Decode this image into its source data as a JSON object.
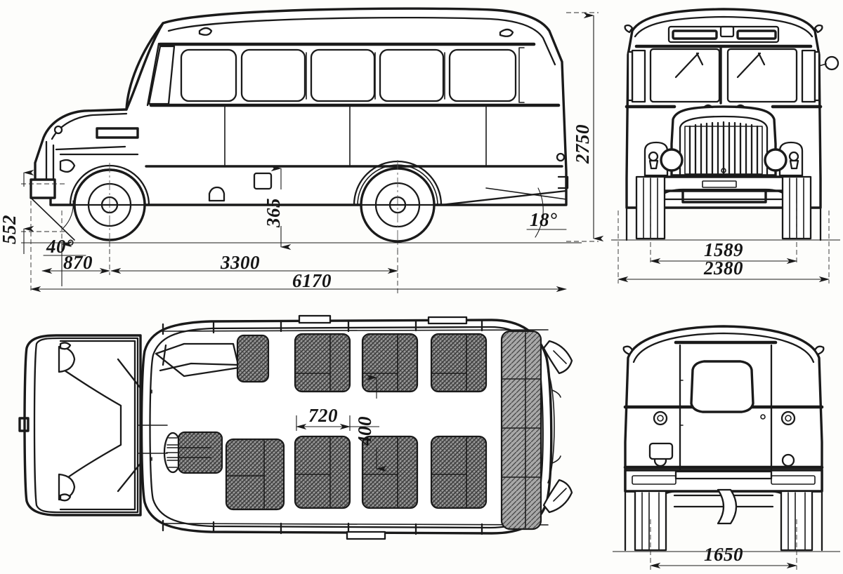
{
  "drawing": {
    "title": "Bus general arrangement blueprint",
    "subject": "single-deck bus",
    "units": "mm",
    "line_color": "#1a1a1a",
    "background_color": "#fdfdfb",
    "views": [
      {
        "id": "side",
        "name": "side-elevation-view",
        "position": "top-left"
      },
      {
        "id": "front",
        "name": "front-elevation-view",
        "position": "top-right"
      },
      {
        "id": "plan",
        "name": "plan-top-view",
        "position": "bottom-left"
      },
      {
        "id": "rear",
        "name": "rear-elevation-view",
        "position": "bottom-right"
      }
    ]
  },
  "dimensions": {
    "side": {
      "overall_height": "2750",
      "wheelbase": "3300",
      "overall_length": "6170",
      "front_overhang": "870",
      "ground_clearance_step": "365",
      "front_lower_height": "552",
      "approach_angle": "40°",
      "departure_angle": "18°"
    },
    "front": {
      "track_width": "1589",
      "overall_width": "2380"
    },
    "rear": {
      "rear_track_width": "1650"
    },
    "plan": {
      "seat_pitch": "720",
      "aisle_width": "400"
    }
  },
  "labels": {
    "h2750": "2750",
    "wb3300": "3300",
    "len6170": "6170",
    "fo870": "870",
    "gc365": "365",
    "fh552": "552",
    "ang40": "40°",
    "ang18": "18°",
    "tr1589": "1589",
    "w2380": "2380",
    "rt1650": "1650",
    "pitch720": "720",
    "aisle400": "400"
  },
  "side_view": {
    "name": "side-elevation-view",
    "window_count": 5,
    "wheel_count": 2,
    "features": [
      "roof-vent",
      "driver-window",
      "side-windows",
      "wheel-arches",
      "fuel-filler",
      "front-grille",
      "bumper"
    ]
  },
  "front_view": {
    "name": "front-elevation-view",
    "features": [
      "windshield",
      "destination-sign",
      "wipers",
      "radiator-grille",
      "headlights",
      "turn-signals",
      "bumper",
      "mirror"
    ]
  },
  "rear_view": {
    "name": "rear-elevation-view",
    "features": [
      "rear-window",
      "tail-lights",
      "license-plate",
      "rear-bumper",
      "exhaust"
    ]
  },
  "plan_view": {
    "name": "plan-top-view",
    "features": [
      "engine-bay",
      "driver-seat",
      "steering-wheel",
      "passenger-seats",
      "rear-bench",
      "rear-doors"
    ],
    "seat_rows": 4,
    "rear_bench": true
  }
}
